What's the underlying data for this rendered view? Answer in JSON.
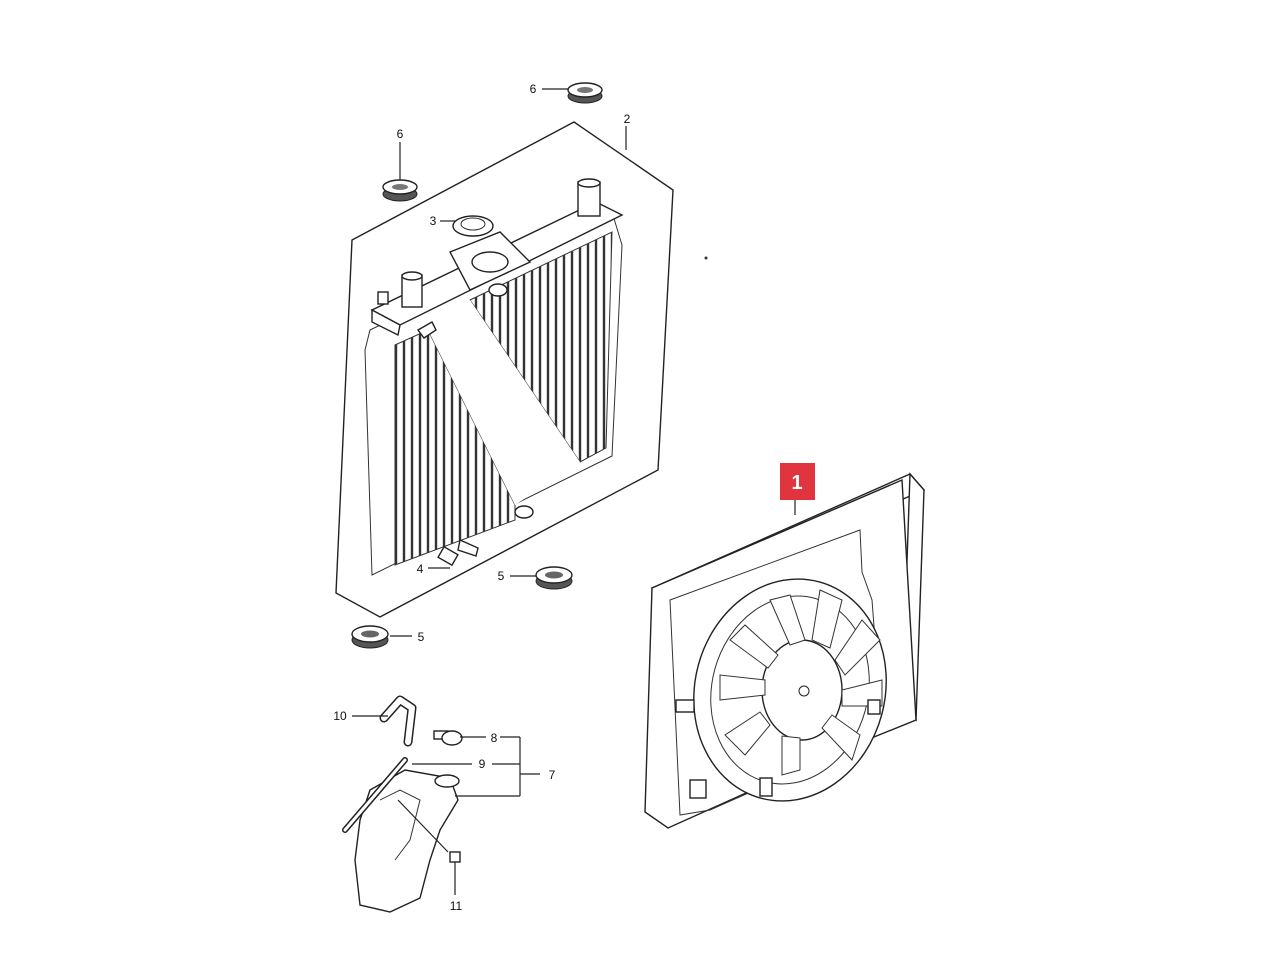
{
  "callouts": {
    "c1": "1",
    "c2": "2",
    "c3": "3",
    "c4": "4",
    "c5a": "5",
    "c5b": "5",
    "c6a": "6",
    "c6b": "6",
    "c7": "7",
    "c8": "8",
    "c9": "9",
    "c10": "10",
    "c11": "11"
  },
  "colors": {
    "highlight": "#e0343f",
    "line": "#222222"
  }
}
